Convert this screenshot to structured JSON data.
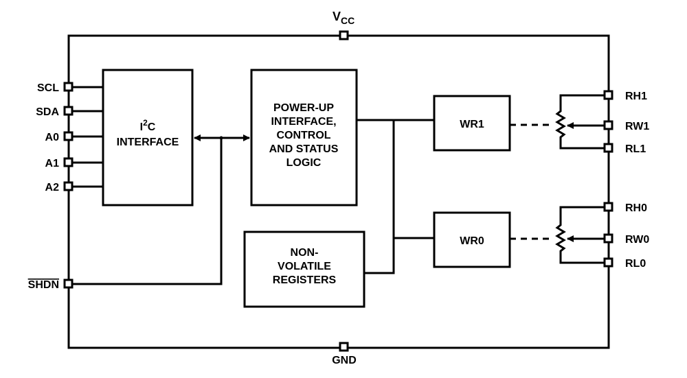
{
  "pins": {
    "vcc": {
      "main": "V",
      "sub": "CC"
    },
    "gnd": "GND",
    "scl": "SCL",
    "sda": "SDA",
    "a0": "A0",
    "a1": "A1",
    "a2": "A2",
    "shdn": "SHDN",
    "rh1": "RH1",
    "rw1": "RW1",
    "rl1": "RL1",
    "rh0": "RH0",
    "rw0": "RW0",
    "rl0": "RL0"
  },
  "blocks": {
    "i2c": {
      "line1_main": "I",
      "line1_sup": "2",
      "line1_tail": "C",
      "line2": "INTERFACE"
    },
    "power_up": [
      "POWER-UP",
      "INTERFACE,",
      "CONTROL",
      "AND STATUS",
      "LOGIC"
    ],
    "nonvolatile": [
      "NON-",
      "VOLATILE",
      "REGISTERS"
    ],
    "wr1": "WR1",
    "wr0": "WR0"
  },
  "colors": {
    "line": "#000000",
    "background": "#ffffff"
  }
}
